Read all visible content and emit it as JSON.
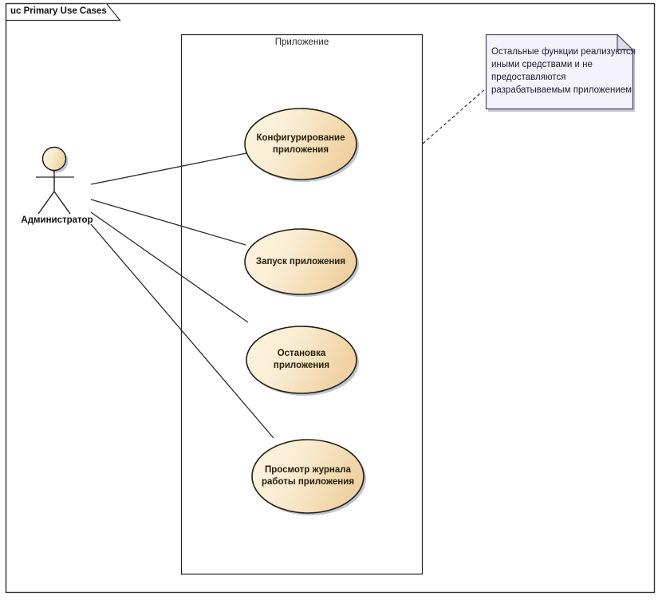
{
  "frame": {
    "title": "uc Primary Use Cases"
  },
  "boundary": {
    "label": "Приложение"
  },
  "actor": {
    "label": "Администратор"
  },
  "use_cases": [
    {
      "label": "Конфигурирование приложения"
    },
    {
      "label": "Запуск приложения"
    },
    {
      "label": "Остановка приложения"
    },
    {
      "label": "Просмотр журнала работы приложения"
    }
  ],
  "note": {
    "lines": [
      "Остальные функции реализуются",
      "иными средствами и не",
      "предоставляются",
      "разрабатываемым приложением"
    ]
  },
  "colors": {
    "usecase_fill_light": "#fdf6e3",
    "usecase_fill_dark": "#f0d2a2",
    "usecase_border": "#221d12",
    "shadow": "#b7bac7",
    "note_background": "#f4f2fb",
    "note_fold": "#dedbed",
    "note_text": "#1d1b33",
    "line_color": "#2b2b2b"
  }
}
